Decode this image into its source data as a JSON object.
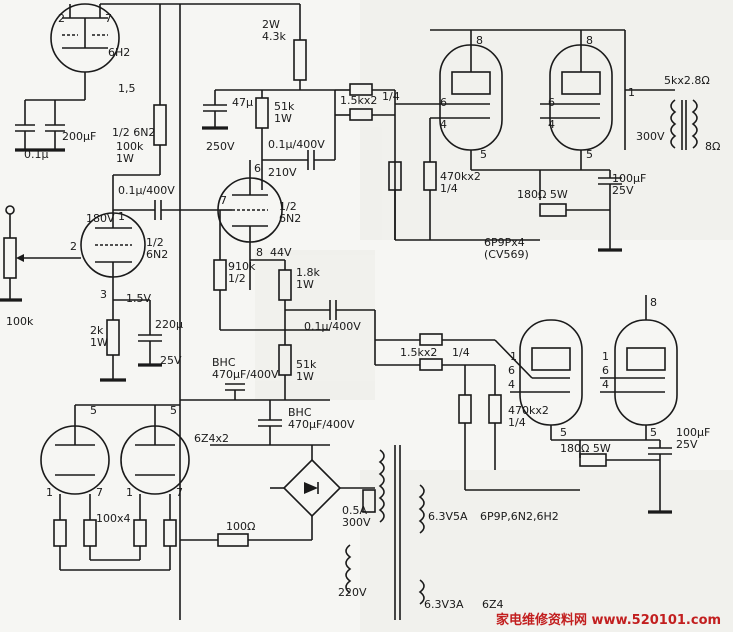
{
  "tubes": {
    "v1": {
      "label": "6H2",
      "pins": {
        "top_left": "2",
        "top_right": "7",
        "bottom": "1,5"
      }
    },
    "v2a": {
      "label": "1/2\n6N2",
      "pins": {
        "grid": "2",
        "plate": "1",
        "cathode": "3"
      }
    },
    "v2b": {
      "label": "1/2\n6N2",
      "pins": {
        "plate": "6",
        "grid": "7",
        "cathode": "8"
      }
    },
    "out_top": {
      "label": "6P9Px4\n(CV569)",
      "pins_l": [
        "8",
        "6",
        "4",
        "5"
      ],
      "pins_r": [
        "8",
        "6",
        "4",
        "5"
      ],
      "pin1": "1"
    },
    "out_bot": {
      "pins_l": [
        "1",
        "6",
        "4",
        "5"
      ],
      "pins_r": [
        "1",
        "6",
        "4",
        "5"
      ],
      "pin8": "8"
    },
    "rect": {
      "label": "6Z4x2",
      "pins_l": [
        "5",
        "1",
        "7"
      ],
      "pins_r": [
        "5",
        "1",
        "7"
      ]
    }
  },
  "components": {
    "r_2w": "2W\n4.3k",
    "c_47": "47μ",
    "v_250": "250V",
    "r_51k_top": "51k\n1W",
    "c_0p1_400_top": "0.1μ/400V",
    "v_210": "210V",
    "r_15k_top": "1.5kx2",
    "frac_top": "1/4",
    "c_200": "200μF",
    "c_0p1u": "0.1μ",
    "half_6n2_a": "1/2 6N2",
    "r_100k_1w": "100k\n1W",
    "c_0p1_400_mid": "0.1μ/400V",
    "v_180": "180V",
    "pot_100k": "100k",
    "v_1p5": "1.5V",
    "r_2k": "2k\n1W",
    "c_220": "220μ",
    "v_25": "25V",
    "r_910k": "910k\n1/2",
    "v_44": "44V",
    "r_1p8k": "1.8k\n1W",
    "r_470kx2_top": "470kx2\n1/4",
    "r_180_5w_top": "180Ω   5W",
    "c_100uf_top": "100μF\n25V",
    "v_300": "300V",
    "xfmr_out": "5kx2.8Ω",
    "spk": "8Ω",
    "c_0p1_400_bot": "0.1μ/400V",
    "r_15k_bot": "1.5kx2",
    "frac_bot": "1/4",
    "r_51k_bot": "51k\n1W",
    "bhc_1": "BHC\n470μF/400V",
    "bhc_2": "BHC\n470μF/400V",
    "r_470kx2_bot": "470kx2\n1/4",
    "r_180_5w_bot": "180Ω   5W",
    "c_100uf_bot": "100μF\n25V",
    "r_100x4": "100x4",
    "r_100": "100Ω",
    "fuse": "0.5A\n300V",
    "mains": "220V",
    "htr_1": "6.3V5A",
    "htr_1_tubes": "6P9P,6N2,6H2",
    "htr_2": "6.3V3A",
    "htr_2_tube": "6Z4"
  },
  "watermark": "家电维修资料网 www.520101.com"
}
